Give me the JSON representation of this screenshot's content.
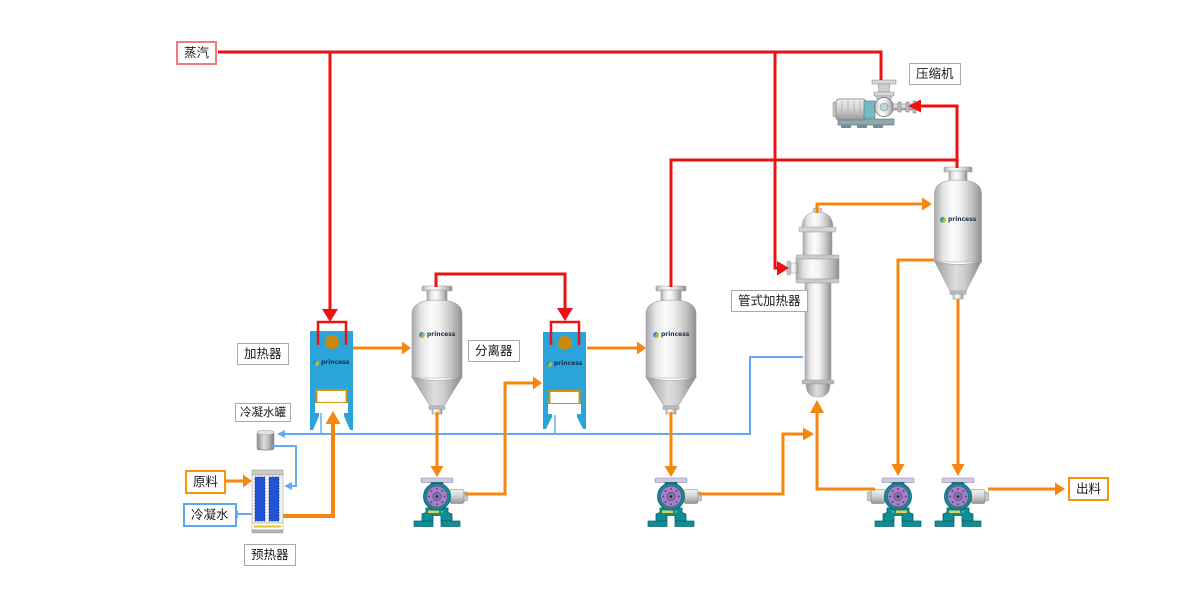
{
  "brand": {
    "name": "princess"
  },
  "labels": {
    "steam": "蒸汽",
    "compressor": "压缩机",
    "heater": "加热器",
    "separator": "分离器",
    "tube_heater": "管式加热器",
    "condensate_tank": "冷凝水罐",
    "feed": "原料",
    "condensate_water": "冷凝水",
    "preheater": "预热器",
    "discharge": "出料"
  },
  "colors": {
    "steam_line": "#ee1111",
    "material_line": "#f5870f",
    "condensate_line": "#64aaf0",
    "heater_body": "#2ba4d9",
    "heater_port": "#c9880e",
    "pump_body": "#0d8d96",
    "pump_impeller": "#a184c4",
    "preheater_core": "#2153d4",
    "vessel_metal": "#c9c9c9"
  }
}
